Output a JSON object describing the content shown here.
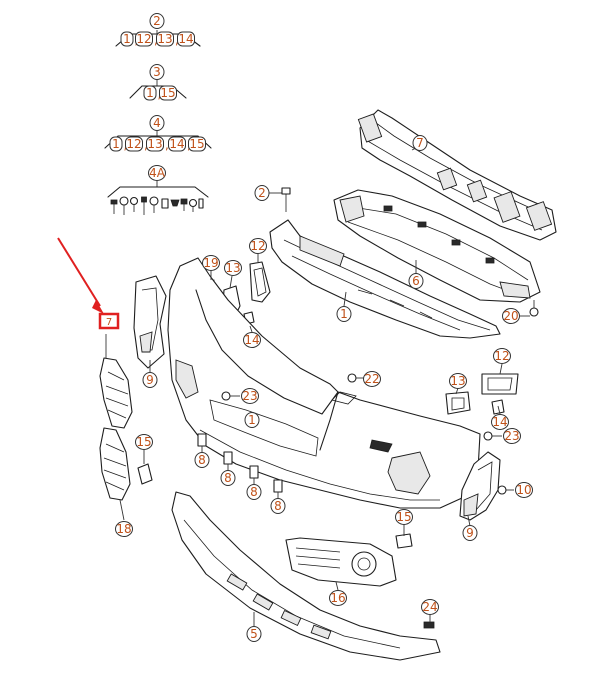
{
  "accent_color": "#c0521a",
  "highlight_color": "#e02020",
  "kits": [
    {
      "id": "kit-2",
      "head": "2",
      "parts": [
        "1",
        "12",
        "13",
        "14"
      ]
    },
    {
      "id": "kit-3",
      "head": "3",
      "parts": [
        "1",
        "15"
      ]
    },
    {
      "id": "kit-4",
      "head": "4",
      "parts": [
        "1",
        "12",
        "13",
        "14",
        "15"
      ]
    },
    {
      "id": "kit-4a",
      "head": "4A",
      "parts": []
    }
  ],
  "callouts": {
    "c2": "2",
    "c7": "7",
    "c12a": "12",
    "c19": "19",
    "c13a": "13",
    "c6": "6",
    "c1a": "1",
    "c20": "20",
    "c14a": "14",
    "c9a": "9",
    "c23a": "23",
    "c22": "22",
    "c12b": "12",
    "c13b": "13",
    "c14b": "14",
    "c23b": "23",
    "c1b": "1",
    "c8a": "8",
    "c8b": "8",
    "c8c": "8",
    "c8d": "8",
    "c15a": "15",
    "c10": "10",
    "c9b": "9",
    "c18": "18",
    "c15b": "15",
    "c16": "16",
    "c24": "24",
    "c5": "5"
  },
  "highlight_marker": "7"
}
